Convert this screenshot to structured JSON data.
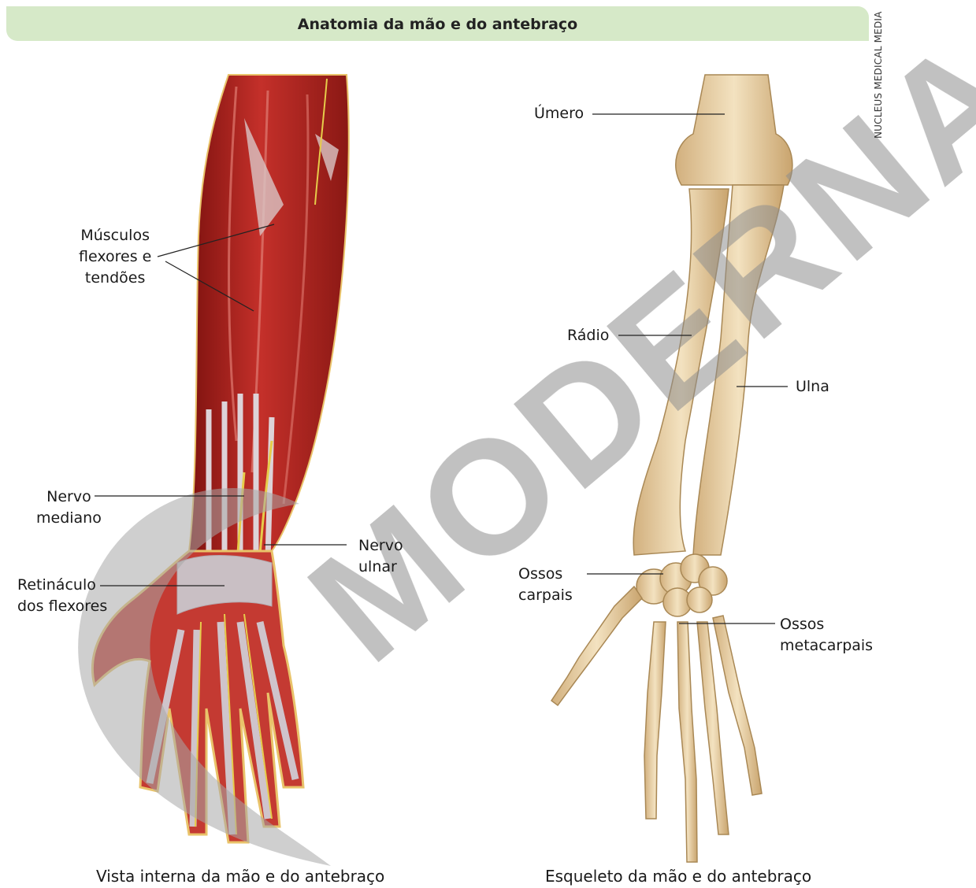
{
  "title": "Anatomia da mão e do antebraço",
  "credit": "NUCLEUS MEDICAL MEDIA",
  "watermark": "MODERNA",
  "left_figure": {
    "caption": "Vista interna da mão e do antebraço",
    "labels": {
      "flexors": [
        "Músculos",
        "flexores e",
        "tendões"
      ],
      "median_nerve": [
        "Nervo",
        "mediano"
      ],
      "ulnar_nerve": [
        "Nervo",
        "ulnar"
      ],
      "retinaculum": [
        "Retináculo",
        "dos flexores"
      ]
    }
  },
  "right_figure": {
    "caption": "Esqueleto da mão e do antebraço",
    "labels": {
      "humerus": "Úmero",
      "radius": "Rádio",
      "ulna": "Ulna",
      "carpals": [
        "Ossos",
        "carpais"
      ],
      "metacarpals": [
        "Ossos",
        "metacarpais"
      ]
    }
  },
  "colors": {
    "title_bg": "#d6e9c8",
    "muscle": "#b8231f",
    "bone": "#ecd6ad",
    "watermark": "#9a9a9a"
  }
}
